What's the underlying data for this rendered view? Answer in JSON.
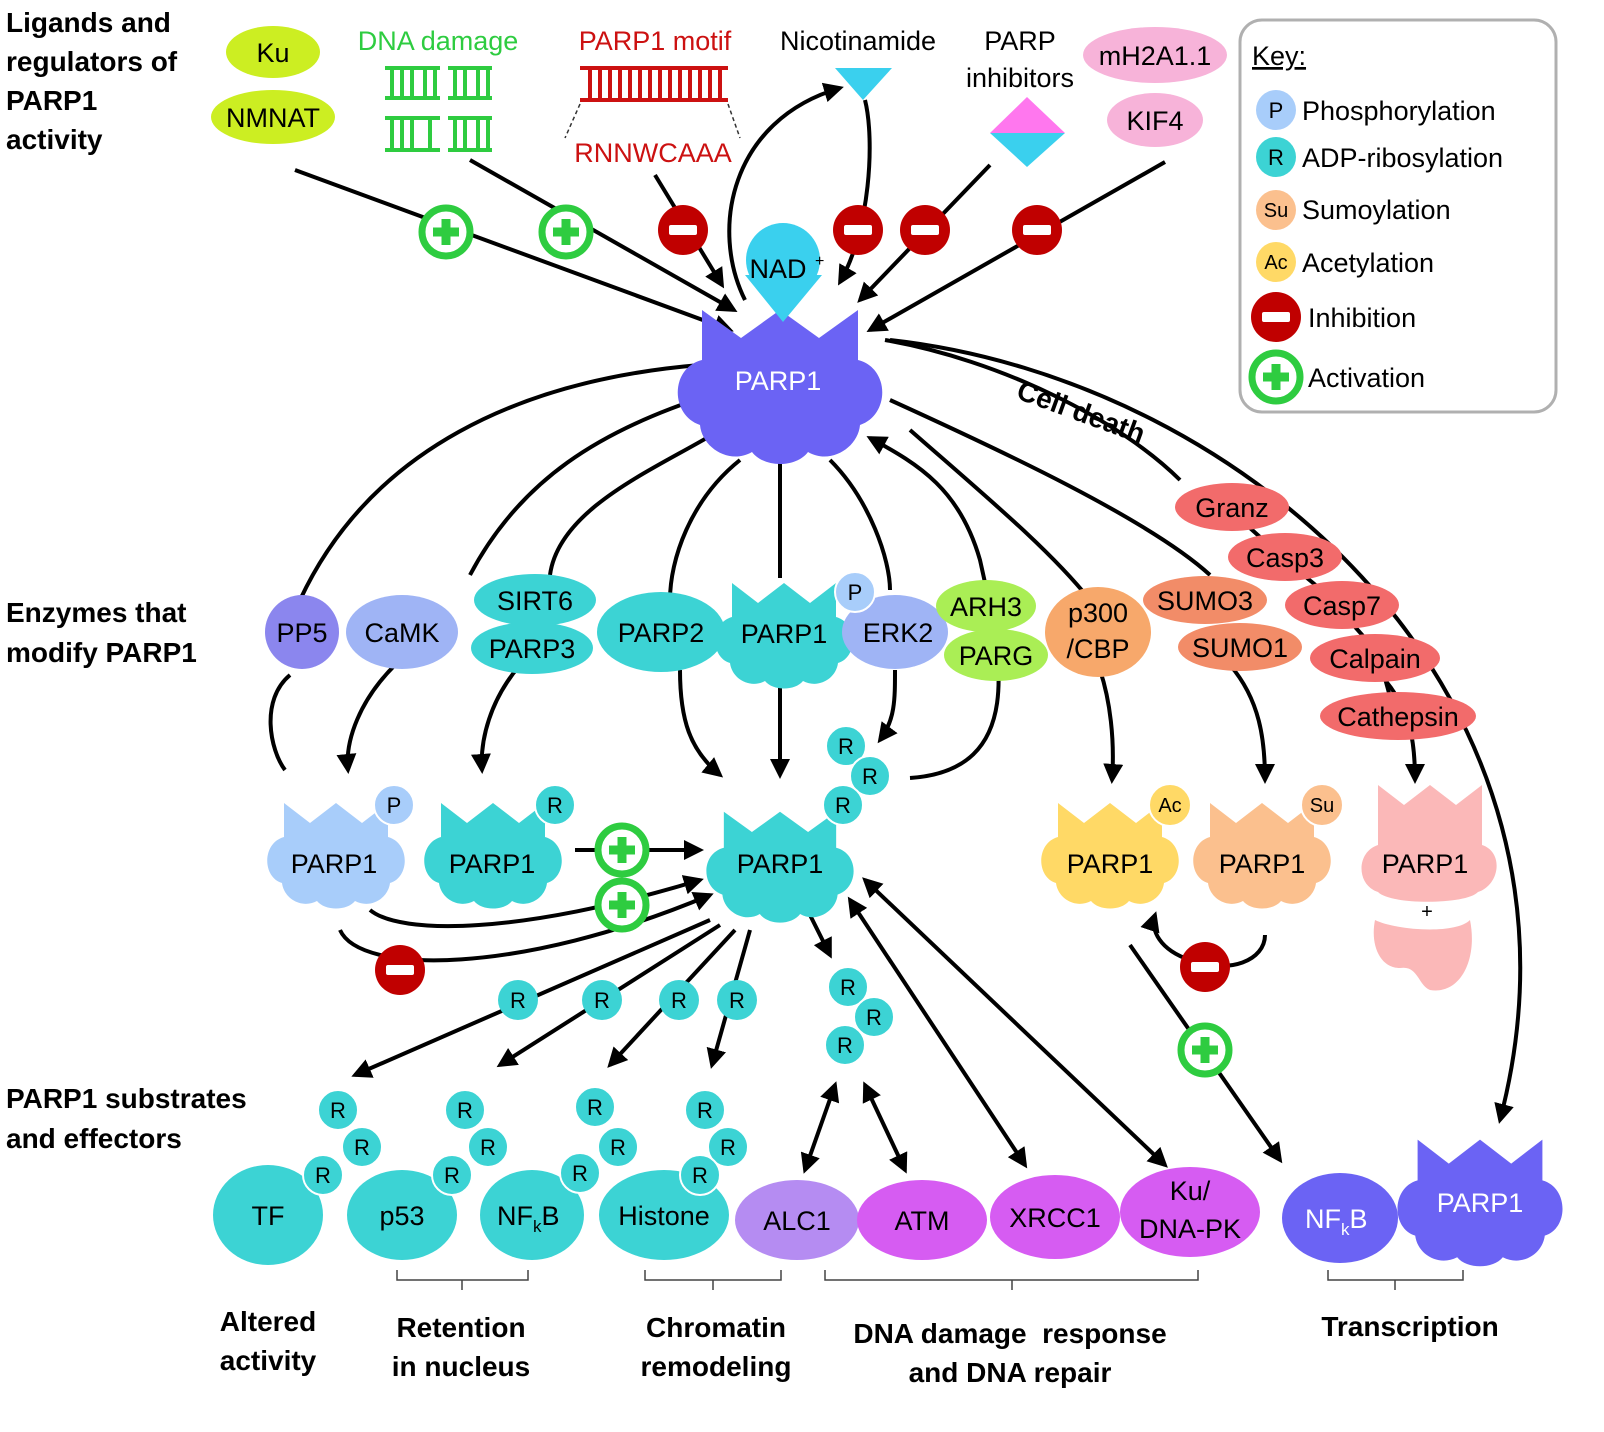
{
  "sections": {
    "ligands": [
      "Ligands and",
      "regulators of",
      "PARP1",
      "activity"
    ],
    "enzymes": [
      "Enzymes that",
      "modify PARP1"
    ],
    "substrates": [
      "PARP1 substrates",
      "and effectors"
    ]
  },
  "ligands": {
    "ku": "Ku",
    "nmnat": "NMNAT",
    "dna_damage": "DNA damage",
    "parp1_motif": "PARP1 motif",
    "motif_seq": "RNNWCAAA",
    "nicotinamide": "Nicotinamide",
    "parp_inhibitors": [
      "PARP",
      "inhibitors"
    ],
    "mh2a": "mH2A1.1",
    "kif4": "KIF4",
    "nad": "NAD",
    "nad_sup": "+"
  },
  "key": {
    "title": "Key:",
    "items": [
      {
        "symbol": "P",
        "label": "Phosphorylation",
        "color": "#a8cdfa"
      },
      {
        "symbol": "R",
        "label": "ADP-ribosylation",
        "color": "#3cd3d4"
      },
      {
        "symbol": "Su",
        "label": "Sumoylation",
        "color": "#fbc08e"
      },
      {
        "symbol": "Ac",
        "label": "Acetylation",
        "color": "#ffd966"
      },
      {
        "symbol": "",
        "label": "Inhibition",
        "color": "#c00000"
      },
      {
        "symbol": "",
        "label": "Activation",
        "color": "#2ecc40"
      }
    ]
  },
  "center": {
    "parp1": "PARP1",
    "cell_death": "Cell death"
  },
  "enzymes": {
    "pp5": "PP5",
    "camk": "CaMK",
    "sirt6": "SIRT6",
    "parp3": "PARP3",
    "parp2": "PARP2",
    "parp1": "PARP1",
    "erk2": "ERK2",
    "erk2_p": "P",
    "arh3": "ARH3",
    "parg": "PARG",
    "p300": [
      "p300",
      "/CBP"
    ],
    "sumo3": "SUMO3",
    "sumo1": "SUMO1",
    "granz": "Granz",
    "casp3": "Casp3",
    "casp7": "Casp7",
    "calpain": "Calpain",
    "cathepsin": "Cathepsin"
  },
  "modified": {
    "phospho": {
      "label": "PARP1",
      "mark": "P"
    },
    "adpr": {
      "label": "PARP1",
      "mark": "R"
    },
    "central": {
      "label": "PARP1",
      "marks": [
        "R",
        "R",
        "R"
      ]
    },
    "acetyl": {
      "label": "PARP1",
      "mark": "Ac"
    },
    "sumo": {
      "label": "PARP1",
      "mark": "Su"
    },
    "cleaved": {
      "label": "PARP1",
      "plus": "+"
    },
    "free_par": [
      "R",
      "R",
      "R",
      "R"
    ],
    "par_chain": [
      "R",
      "R",
      "R"
    ]
  },
  "substrates": {
    "tf": "TF",
    "p53": "p53",
    "nfkb_main": "NF",
    "nfkb_sub": "k",
    "nfkb_tail": "B",
    "histone": "Histone",
    "alc1": "ALC1",
    "atm": "ATM",
    "xrcc1": "XRCC1",
    "ku_dnapk": [
      "Ku/",
      "DNA-PK"
    ],
    "nfkb2_main": "NF",
    "nfkb2_sub": "k",
    "nfkb2_tail": "B",
    "parp1": "PARP1",
    "r": "R"
  },
  "outcomes": {
    "altered": [
      "Altered",
      "activity"
    ],
    "retention": [
      "Retention",
      "in nucleus"
    ],
    "chromatin": [
      "Chromatin",
      "remodeling"
    ],
    "dna": [
      "DNA damage  response",
      "and DNA repair"
    ],
    "transcription": "Transcription"
  },
  "colors": {
    "ku": "#ccee22",
    "green": "#2ecc40",
    "red": "#cc1111",
    "nico": "#3ad0ee",
    "pink_inhib": "#ff77ee",
    "mh2a": "#f7b3d9",
    "purple_parp": "#6b63f4",
    "cyan": "#3cd3d4",
    "pp5": "#8b86ee",
    "camk": "#9fb4f5",
    "erk2": "#9fb4f5",
    "arh3": "#aaee55",
    "p300": "#f7a86b",
    "sumo": "#f28c68",
    "casp": "#f26b6b",
    "phospho_parp": "#a8cdfa",
    "acetyl_parp": "#ffd966",
    "sumo_parp": "#fbc08e",
    "cleaved_parp": "#fbb8b8",
    "alc1": "#b58cf2",
    "atm": "#d65cf2",
    "nfkb_blue": "#6b63f4"
  }
}
